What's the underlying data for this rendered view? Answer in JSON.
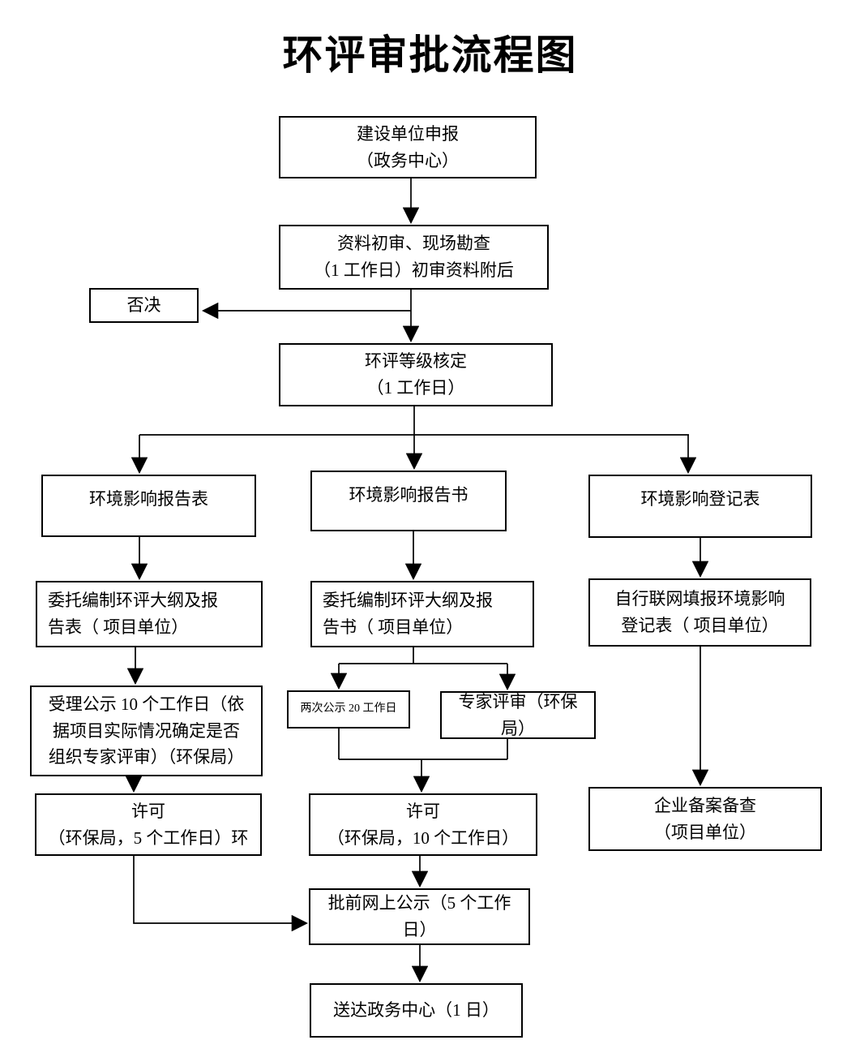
{
  "title": "环评审批流程图",
  "colors": {
    "background": "#ffffff",
    "line": "#000000",
    "text": "#000000"
  },
  "nodes": {
    "declare": "建设单位申报\n（政务中心）",
    "initial_review": "资料初审、现场勘查\n（1 工作日）初审资料附后",
    "reject": "否决",
    "grading": "环评等级核定\n（1 工作日）",
    "report_form": "环境影响报告表",
    "report_book": "环境影响报告书",
    "registration_form": "环境影响登记表",
    "entrust_form": "委托编制环评大纲及报\n告表（ 项目单位）",
    "entrust_book": "委托编制环评大纲及报\n告书（ 项目单位）",
    "self_register": "自行联网填报环境影响\n登记表（ 项目单位）",
    "acceptance_publicity": "受理公示 10 个工作日（依\n据项目实际情况确定是否\n组织专家评审）（环保局）",
    "two_publicity": "两次公示 20 工作日",
    "expert_review": "专家评审（环保局）",
    "permit_form": "许可\n（环保局，5 个工作日）环",
    "permit_book": "许可\n（环保局，10 个工作日）",
    "enterprise_filing": "企业备案备查\n（项目单位）",
    "pre_approval_publicity": "批前网上公示（5 个工作\n日）",
    "delivery": "送达政务中心（1 日）"
  },
  "edges": [
    {
      "from": "declare",
      "to": "initial_review"
    },
    {
      "from": "initial_review",
      "to": "reject"
    },
    {
      "from": "initial_review",
      "to": "grading"
    },
    {
      "from": "grading",
      "to": "report_form"
    },
    {
      "from": "grading",
      "to": "report_book"
    },
    {
      "from": "grading",
      "to": "registration_form"
    },
    {
      "from": "report_form",
      "to": "entrust_form"
    },
    {
      "from": "report_book",
      "to": "entrust_book"
    },
    {
      "from": "registration_form",
      "to": "self_register"
    },
    {
      "from": "entrust_form",
      "to": "acceptance_publicity"
    },
    {
      "from": "entrust_book",
      "to": "two_publicity"
    },
    {
      "from": "entrust_book",
      "to": "expert_review"
    },
    {
      "from": "self_register",
      "to": "enterprise_filing"
    },
    {
      "from": "acceptance_publicity",
      "to": "permit_form"
    },
    {
      "from": "two_publicity",
      "to": "permit_book"
    },
    {
      "from": "expert_review",
      "to": "permit_book"
    },
    {
      "from": "permit_form",
      "to": "pre_approval_publicity"
    },
    {
      "from": "permit_book",
      "to": "pre_approval_publicity"
    },
    {
      "from": "pre_approval_publicity",
      "to": "delivery"
    }
  ]
}
